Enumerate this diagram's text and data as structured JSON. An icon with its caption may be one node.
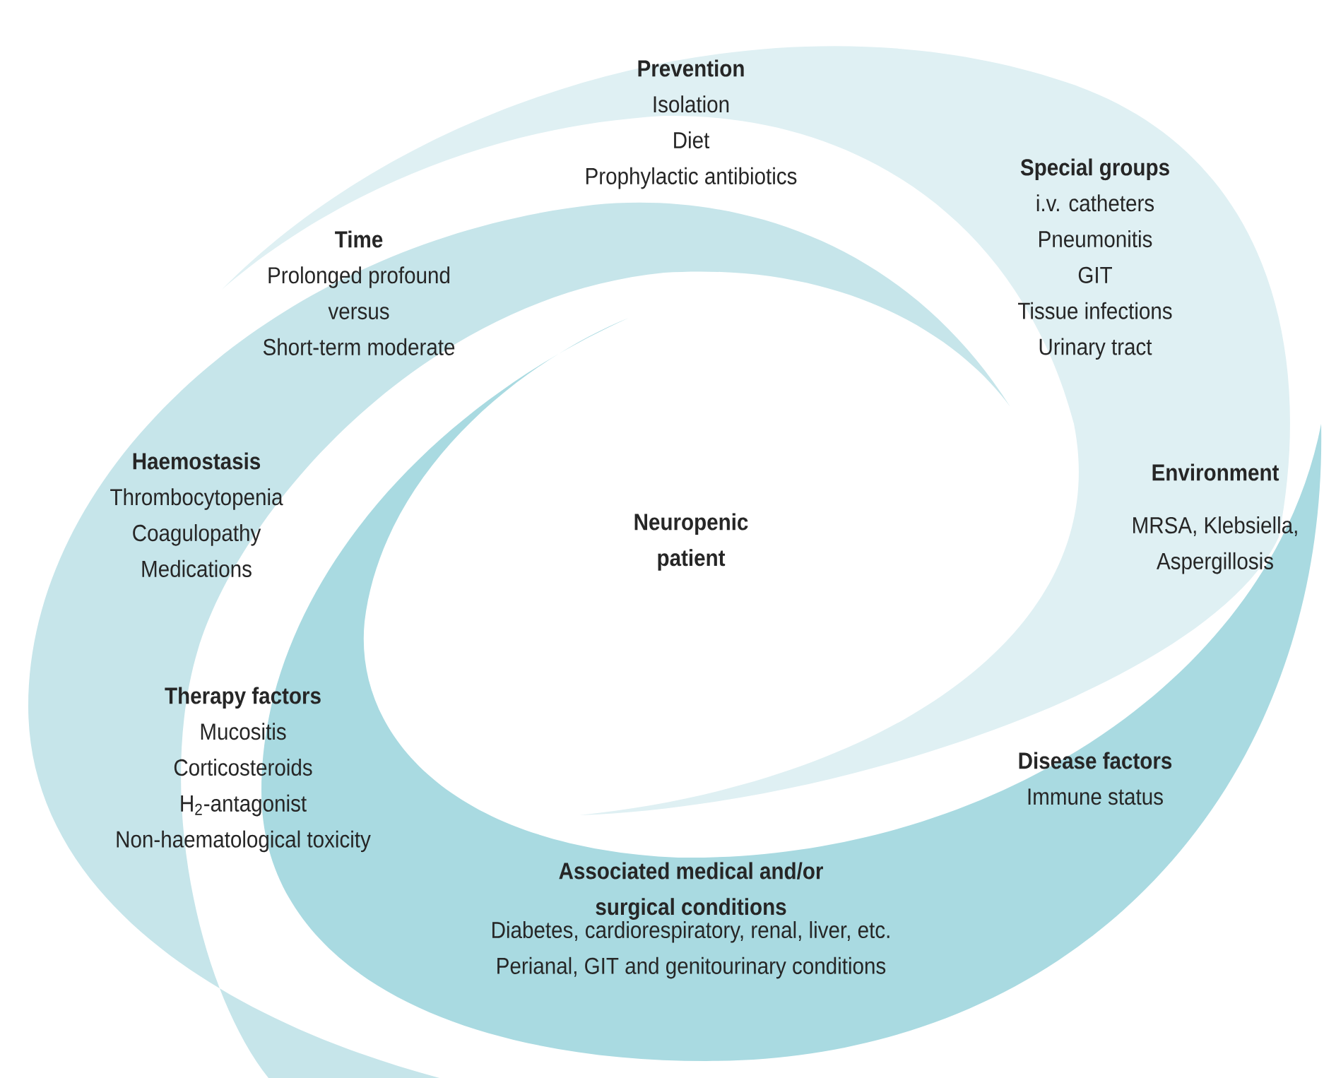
{
  "diagram": {
    "nodes": [
      {
        "text": [
          "Prevention",
          "Isolation",
          "Diet",
          "Prophylactic antibiotics"
        ]
      },
      {
        "text": [
          "Special groups",
          "i.v. catheters",
          "Pneumonitis",
          "GIT",
          "Tissue infections",
          "Urinary tract"
        ]
      },
      {
        "text": [
          "Time",
          "Prolonged profound",
          "versus",
          "Short-term moderate"
        ]
      },
      {
        "text": [
          "Haemostasis",
          "Thrombocytopenia",
          "Coagulopathy",
          "Medications"
        ]
      },
      {
        "text": [
          "Environment",
          "MRSA, Klebsiella, Aspergillosis"
        ]
      },
      {
        "text": [
          "Neuropenic patient"
        ]
      },
      {
        "text": [
          "Therapy factors",
          "Mucositis",
          "Corticosteroids",
          "H$_{2}$-antagonist",
          "Non-haematological toxicity"
        ]
      },
      {
        "text": [
          "Disease factors",
          "Immune status"
        ]
      },
      {
        "text": [
          "Associated medical and/or surgical conditions",
          "Diabetes, cardiorespiratory, renal, liver, etc.",
          "Perianal, GIT and genitourinary conditions"
        ]
      }
    ]
  }
}
